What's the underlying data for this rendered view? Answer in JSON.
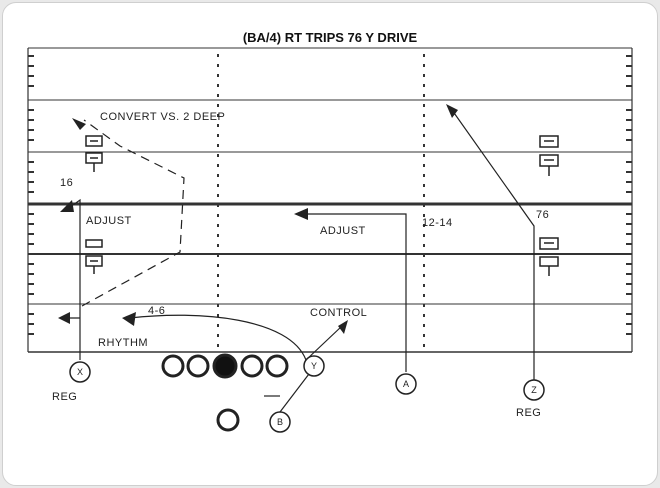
{
  "diagram": {
    "title": "(BA/4) RT TRIPS 76 Y DRIVE",
    "labels": {
      "convert": "CONVERT VS. 2 DEEP",
      "num16": "16",
      "adjust_left": "ADJUST",
      "adjust_mid": "ADJUST",
      "range": "12-14",
      "num76": "76",
      "num46": "4-6",
      "control": "CONTROL",
      "rhythm": "RHYTHM",
      "reg_left": "REG",
      "reg_right": "REG"
    },
    "players": {
      "x": "X",
      "y": "Y",
      "a": "A",
      "z": "Z",
      "b": "B"
    }
  },
  "colors": {
    "ink": "#222222",
    "frame": "#ffffff",
    "background": "#e9e9e9"
  }
}
